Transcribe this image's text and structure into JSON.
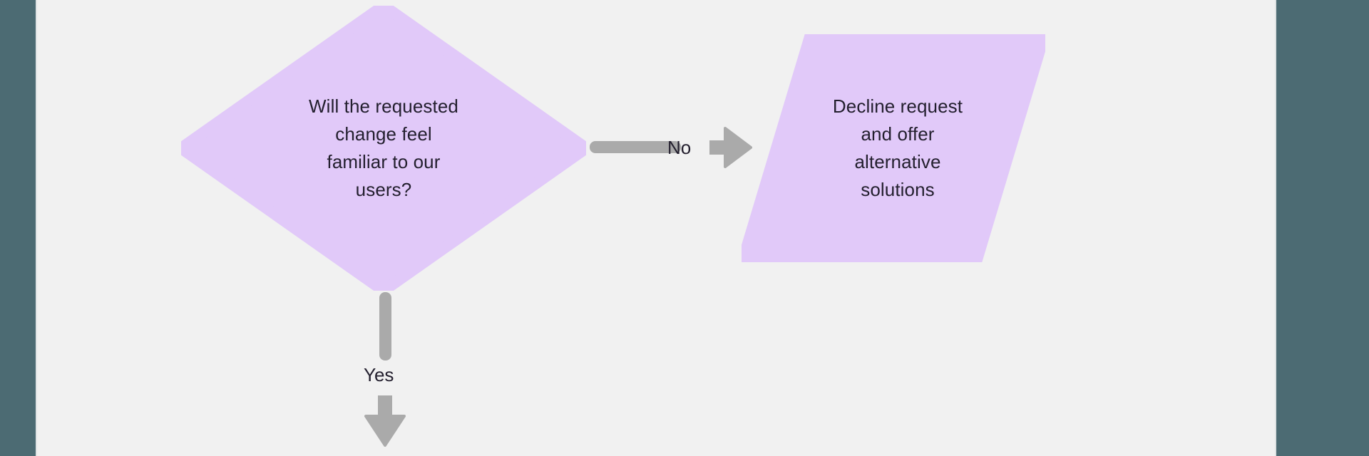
{
  "canvas": {
    "background": "#f1f1f1",
    "side_panel_color": "#4c6b73",
    "divider_color": "#dfe3e4"
  },
  "diagram": {
    "type": "flowchart",
    "shape_fill": "#e1c9f9",
    "text_color": "#231f2e",
    "connector_color": "#aaaaaa",
    "nodes": [
      {
        "id": "decision-familiar",
        "shape": "diamond",
        "text": "Will the requested\nchange feel\nfamiliar to our\nusers?"
      },
      {
        "id": "process-decline",
        "shape": "parallelogram",
        "text": "Decline request\nand offer\nalternative\nsolutions"
      }
    ],
    "edges": [
      {
        "id": "edge-no",
        "label": "No",
        "from": "decision-familiar",
        "to": "process-decline",
        "direction": "right"
      },
      {
        "id": "edge-yes",
        "label": "Yes",
        "from": "decision-familiar",
        "to": "",
        "direction": "down"
      }
    ]
  }
}
